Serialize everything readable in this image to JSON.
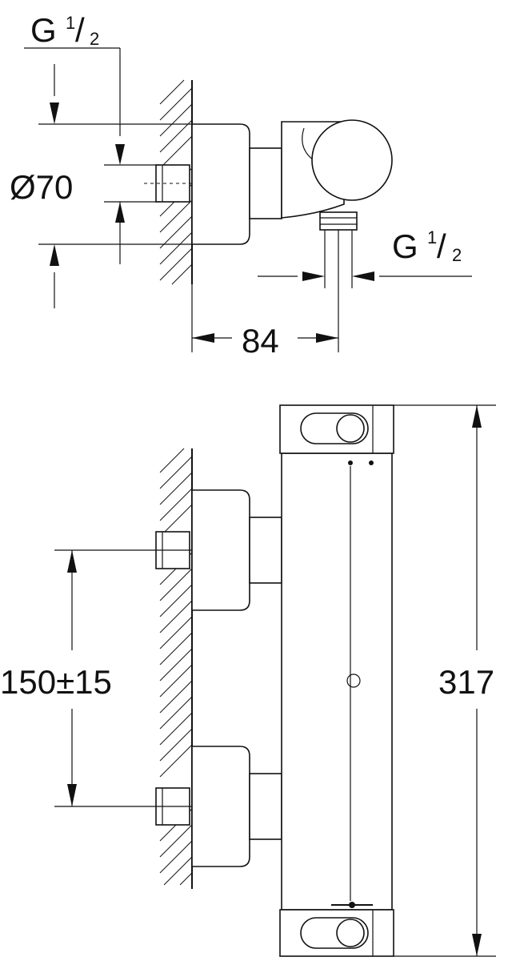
{
  "top_view": {
    "thread_top_label": {
      "base": "G",
      "num": "1",
      "den": "2"
    },
    "diameter_label": "Ø70",
    "thread_right_label": {
      "base": "G",
      "num": "1",
      "den": "2"
    },
    "depth_label": "84"
  },
  "front_view": {
    "inlet_spacing_label": "150±15",
    "height_label": "317"
  }
}
